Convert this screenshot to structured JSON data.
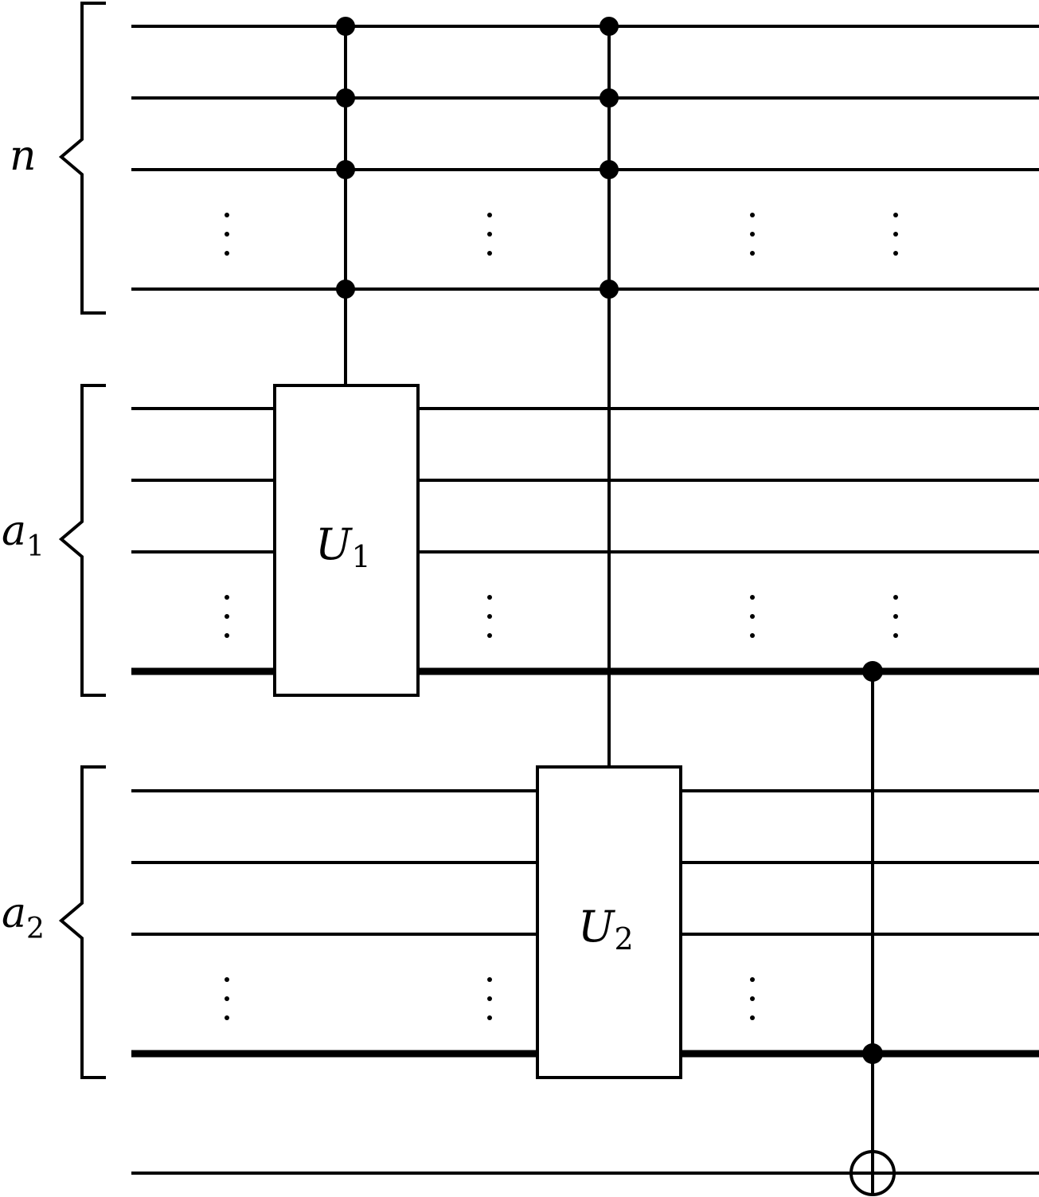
{
  "registers": [
    {
      "name": "n-register",
      "label": "n",
      "sub": ""
    },
    {
      "name": "a1-register",
      "label": "a",
      "sub": "1"
    },
    {
      "name": "a2-register",
      "label": "a",
      "sub": "2"
    }
  ],
  "gates": [
    {
      "name": "u1-gate",
      "label": "U",
      "sub": "1"
    },
    {
      "name": "u2-gate",
      "label": "U",
      "sub": "2"
    }
  ]
}
